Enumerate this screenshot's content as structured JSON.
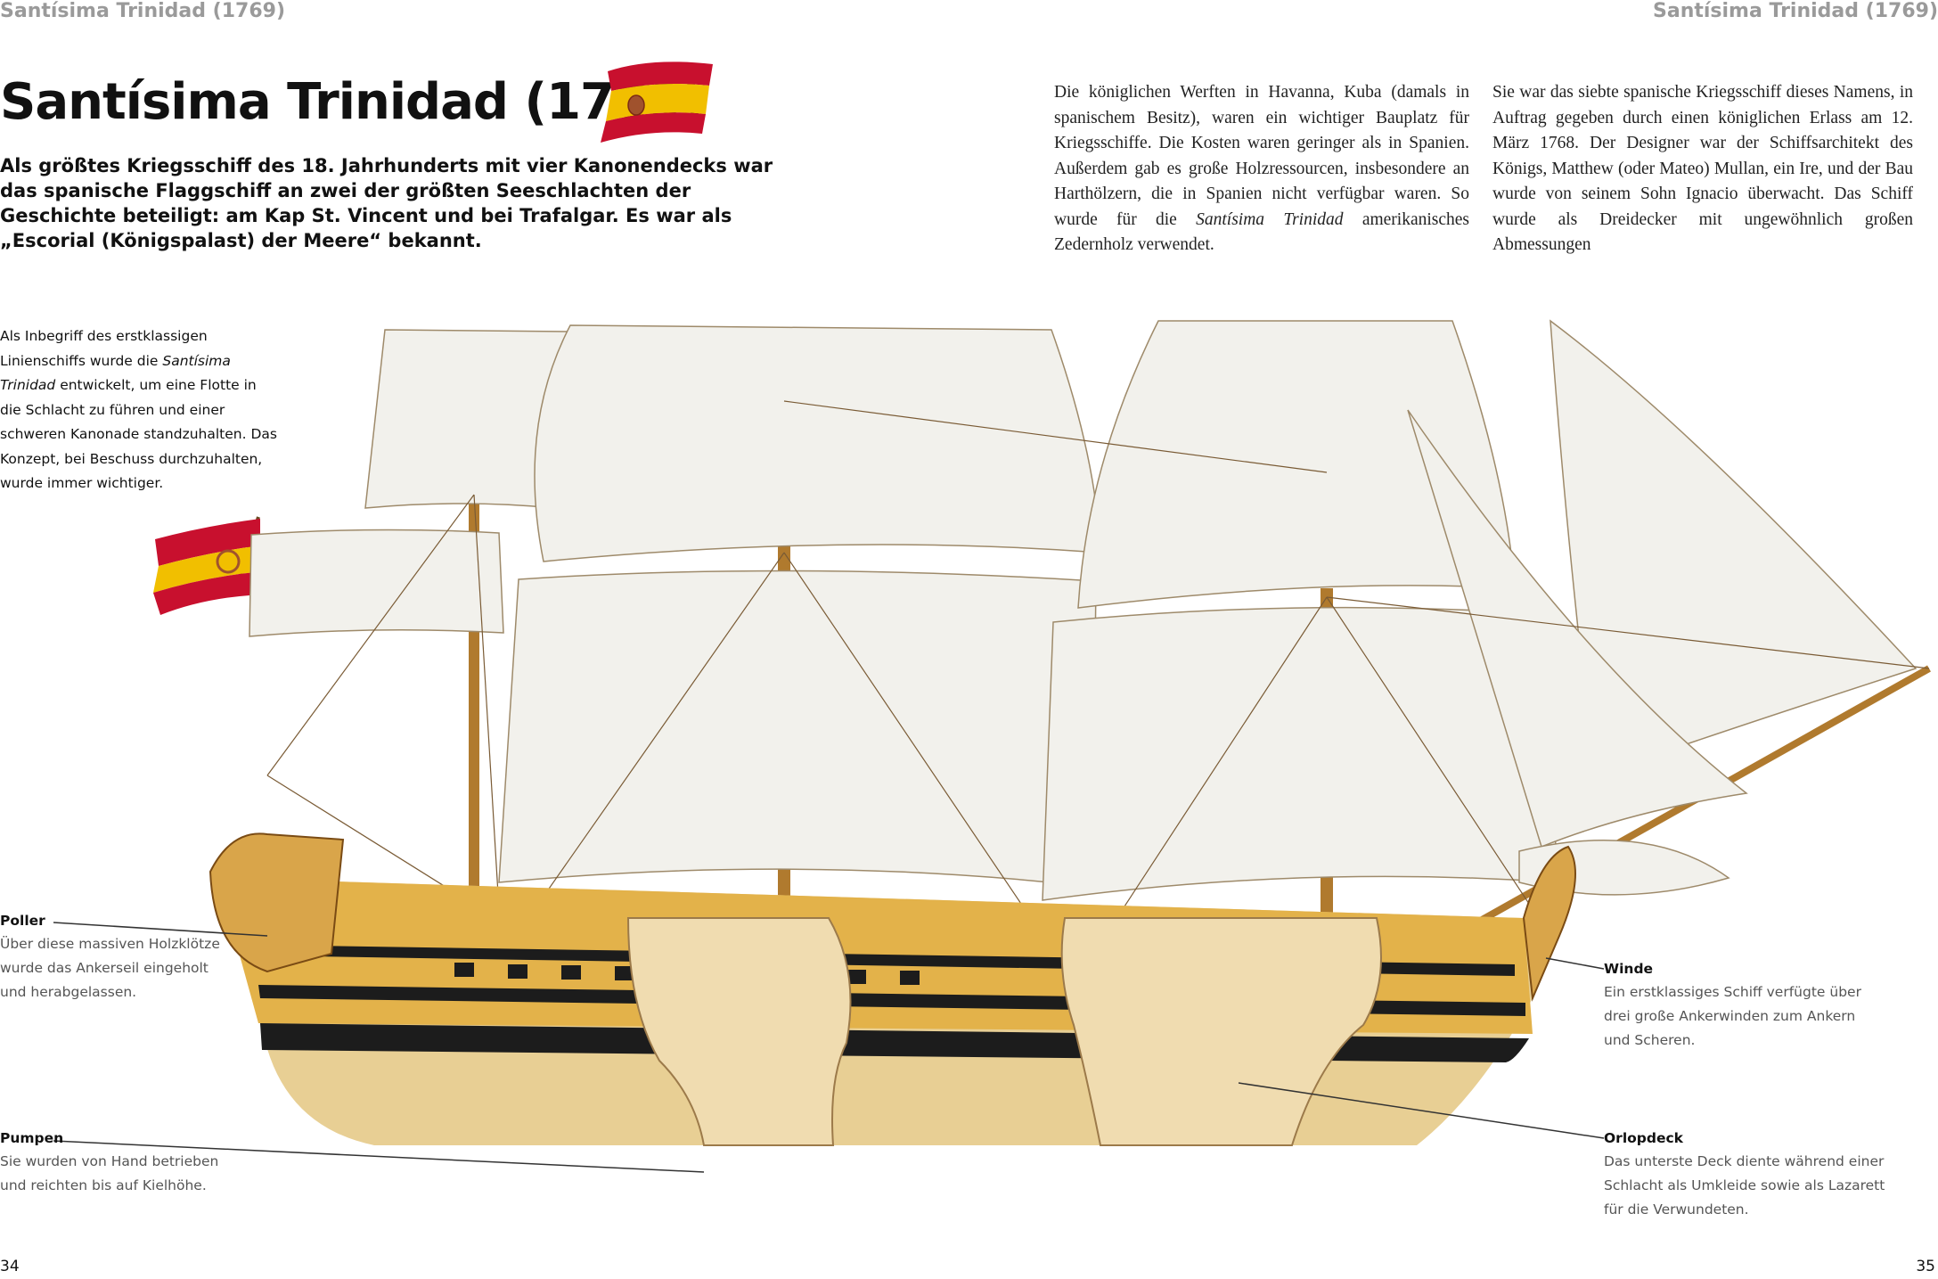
{
  "running_head": {
    "left": "Santísima Trinidad (1769)",
    "right": "Santísima Trinidad (1769)"
  },
  "title": "Santísima Trinidad (1769)",
  "intro": "Als größtes Kriegsschiff des 18. Jahrhunderts mit vier Kanonendecks war das spanische Flaggschiff an zwei der größten Seeschlachten der Geschichte beteiligt: am Kap St. Vincent und bei Trafalgar. Es war als „Escorial (Königspalast) der Meere“ bekannt.",
  "column_left": {
    "p1": "Die königlichen Werften in Havanna, Kuba (damals in spanischem Besitz), waren ein wichtiger Bauplatz für Kriegsschiffe. Die Kosten waren geringer als in Spanien. Außerdem gab es große Holzressourcen, insbesondere an Harthölzern, die in Spanien nicht verfügbar waren. So wurde für die",
    "ship_name": "Santísima Trinidad",
    "p2": "amerikanisches Zedernholz verwendet."
  },
  "column_right": "Sie war das siebte spanische Kriegsschiff dieses Namens, in Auftrag gegeben durch einen königlichen Erlass am 12. März 1768. Der Designer war der Schiffsarchitekt des Königs, Matthew (oder Mateo) Mullan, ein Ire, und der Bau wurde von seinem Sohn Ignacio überwacht. Das Schiff wurde als Dreidecker mit ungewöhnlich großen Abmessungen",
  "sidenote": {
    "before": "Als Inbegriff des erstklassigen Linienschiffs wurde die",
    "ship_name": "Santísima Trinidad",
    "after": "entwickelt, um eine Flotte in die Schlacht zu führen und einer schweren Kanonade standzuhalten. Das Konzept, bei Beschuss durchzuhalten, wurde immer wichtiger."
  },
  "callouts": {
    "poller": {
      "heading": "Poller",
      "body": "Über diese massiven Holzklötze wurde das Ankerseil eingeholt und herabgelassen."
    },
    "pumpen": {
      "heading": "Pumpen",
      "body": "Sie wurden von Hand betrieben und reichten bis auf Kielhöhe."
    },
    "winde": {
      "heading": "Winde",
      "body": "Ein erstklassiges Schiff verfügte über drei große Ankerwinden zum Ankern und Scheren."
    },
    "orlopdeck": {
      "heading": "Orlopdeck",
      "body": "Das unterste Deck diente während einer Schlacht als Umkleide sowie als Lazarett für die Verwundeten."
    }
  },
  "folios": {
    "left": "34",
    "right": "35"
  },
  "colors": {
    "flag_red": "#c8102e",
    "flag_yellow": "#f1bf00",
    "hull_yellow": "#e3b24a",
    "hull_black": "#1c1c1c",
    "sail": "#f2f1ec",
    "wood": "#b07a2e"
  }
}
